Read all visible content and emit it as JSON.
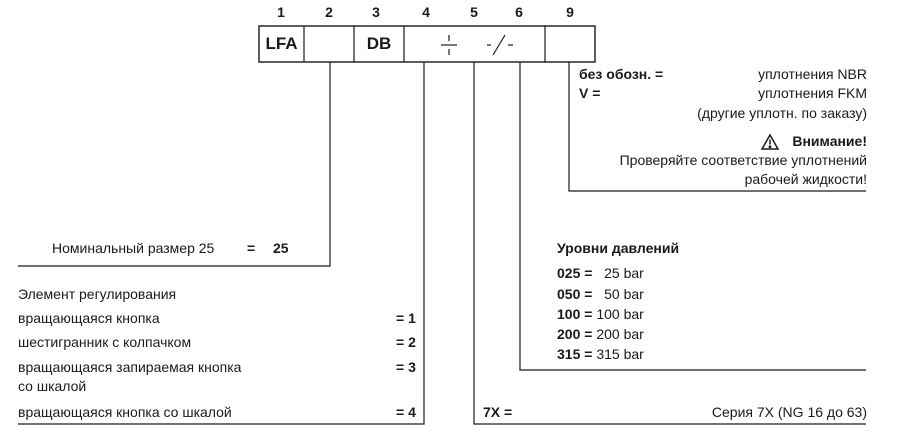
{
  "header": {
    "positions": [
      "1",
      "2",
      "3",
      "4",
      "5",
      "6",
      "9"
    ],
    "codes": [
      "LFA",
      "",
      "DB",
      "",
      "",
      "",
      ""
    ]
  },
  "seals": {
    "none_code": "без обозн. =",
    "none_value": "уплотнения NBR",
    "v_code": "V =",
    "v_value": "уплотнения FKM",
    "note": "(другие уплотн. по заказу)",
    "warning_title": "Внимание!",
    "warning_line1": "Проверяйте соответствие уплотнений",
    "warning_line2": "рабочей  жидкости!"
  },
  "nominal_size": {
    "label": "Номинальный размер  25",
    "eq": "=",
    "value": "25"
  },
  "pressure": {
    "title": "Уровни давлений",
    "items": [
      {
        "code": "025",
        "value": "25 bar"
      },
      {
        "code": "050",
        "value": "50 bar"
      },
      {
        "code": "100",
        "value": "100 bar"
      },
      {
        "code": "200",
        "value": "200 bar"
      },
      {
        "code": "315",
        "value": "315 bar"
      }
    ]
  },
  "adjustment": {
    "title": "Элемент регулирования",
    "items": [
      {
        "label": "вращающаяся кнопка",
        "code": "= 1"
      },
      {
        "label": "шестигранник с колпачком",
        "code": "= 2"
      },
      {
        "label": "вращающаяся запираемая кнопка",
        "label2": "со шкалой",
        "code": "= 3"
      },
      {
        "label": "вращающаяся кнопка со шкалой",
        "code": "= 4"
      }
    ]
  },
  "series": {
    "code": "7X =",
    "value": "Серия 7X (NG 16 до 63)"
  },
  "colors": {
    "line": "#1a1a1a",
    "background": "#ffffff"
  }
}
